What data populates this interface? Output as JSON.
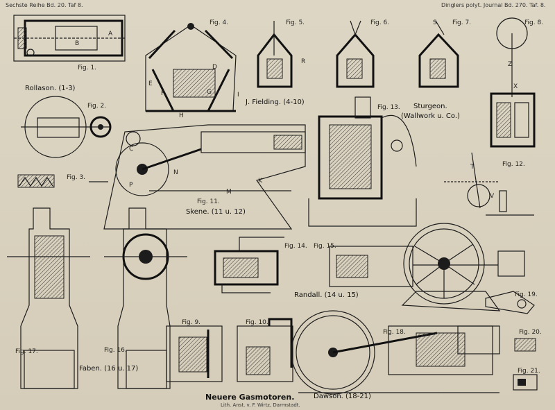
{
  "header": {
    "left": "Sechste Reihe Bd. 20. Taf 8.",
    "right": "Dinglers polyt. Journal Bd. 270. Taf. 8."
  },
  "title": "Neuere Gasmotoren.",
  "imprint": "Lith. Anst. v. F. Wirtz, Darmstadt.",
  "figures": {
    "fig1": "Fig. 1.",
    "fig2": "Fig. 2.",
    "fig3": "Fig. 3.",
    "fig4": "Fig. 4.",
    "fig5": "Fig. 5.",
    "fig6": "Fig. 6.",
    "fig7": "Fig. 7.",
    "fig8": "Fig. 8.",
    "fig9": "Fig. 9.",
    "fig10": "Fig. 10.",
    "fig11": "Fig. 11.",
    "fig12": "Fig. 12.",
    "fig13": "Fig. 13.",
    "fig14": "Fig. 14.",
    "fig15": "Fig. 15.",
    "fig16": "Fig. 16.",
    "fig17": "Fig. 17.",
    "fig18": "Fig. 18.",
    "fig19": "Fig. 19.",
    "fig20": "Fig. 20.",
    "fig21": "Fig. 21."
  },
  "inventors": {
    "rollason": "Rollason. (1-3)",
    "fielding": "J. Fielding. (4-10)",
    "sturgeon_line1": "Sturgeon.",
    "sturgeon_line2": "(Wallwork u. Co.)",
    "skene": "Skene. (11 u. 12)",
    "randall": "Randall. (14 u. 15)",
    "faben": "Faben. (16 u. 17)",
    "dawson": "Dawson. (18-21)"
  },
  "part_letters": {
    "A": "A",
    "B": "B",
    "C": "C",
    "D": "D",
    "E": "E",
    "F": "F",
    "G": "G",
    "H": "H",
    "I": "I",
    "K": "K",
    "M": "M",
    "N": "N",
    "P": "P",
    "R": "R",
    "S": "S",
    "T": "T",
    "V": "V",
    "X": "X",
    "Z": "Z"
  }
}
